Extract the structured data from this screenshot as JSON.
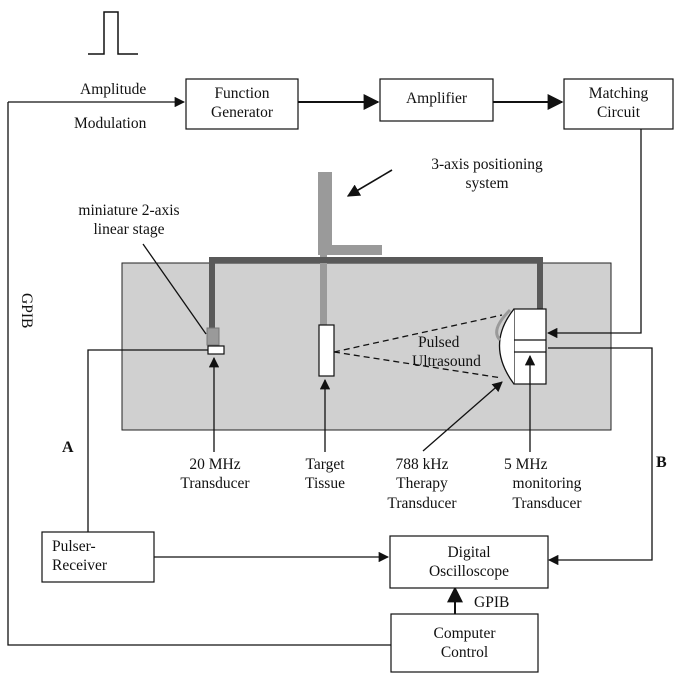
{
  "blocks": {
    "function_generator": [
      "Function",
      "Generator"
    ],
    "amplifier": "Amplifier",
    "matching_circuit": [
      "Matching",
      "Circuit"
    ],
    "pulser_receiver": [
      "Pulser-",
      "Receiver"
    ],
    "digital_oscilloscope": [
      "Digital",
      "Oscilloscope"
    ],
    "computer_control": [
      "Computer",
      "Control"
    ]
  },
  "labels": {
    "amplitude": "Amplitude",
    "modulation": "Modulation",
    "positioning_system": [
      "3-axis positioning",
      "system"
    ],
    "linear_stage": [
      "miniature 2-axis",
      "linear stage"
    ],
    "gpib_left": "GPIB",
    "gpib_bottom": "GPIB",
    "pulsed_ultrasound": [
      "Pulsed",
      "Ultrasound"
    ],
    "transducer_20mhz": [
      "20 MHz",
      "Transducer"
    ],
    "target_tissue": [
      "Target",
      "Tissue"
    ],
    "therapy_transducer": [
      "788 kHz",
      "Therapy",
      "Transducer"
    ],
    "monitoring_transducer": [
      "5 MHz",
      "monitoring",
      "Transducer"
    ],
    "path_a": "A",
    "path_b": "B"
  },
  "colors": {
    "tank_fill": "#d0d0d0",
    "frame": "#595959",
    "stage_gray": "#9a9a9a",
    "line": "#111111"
  }
}
